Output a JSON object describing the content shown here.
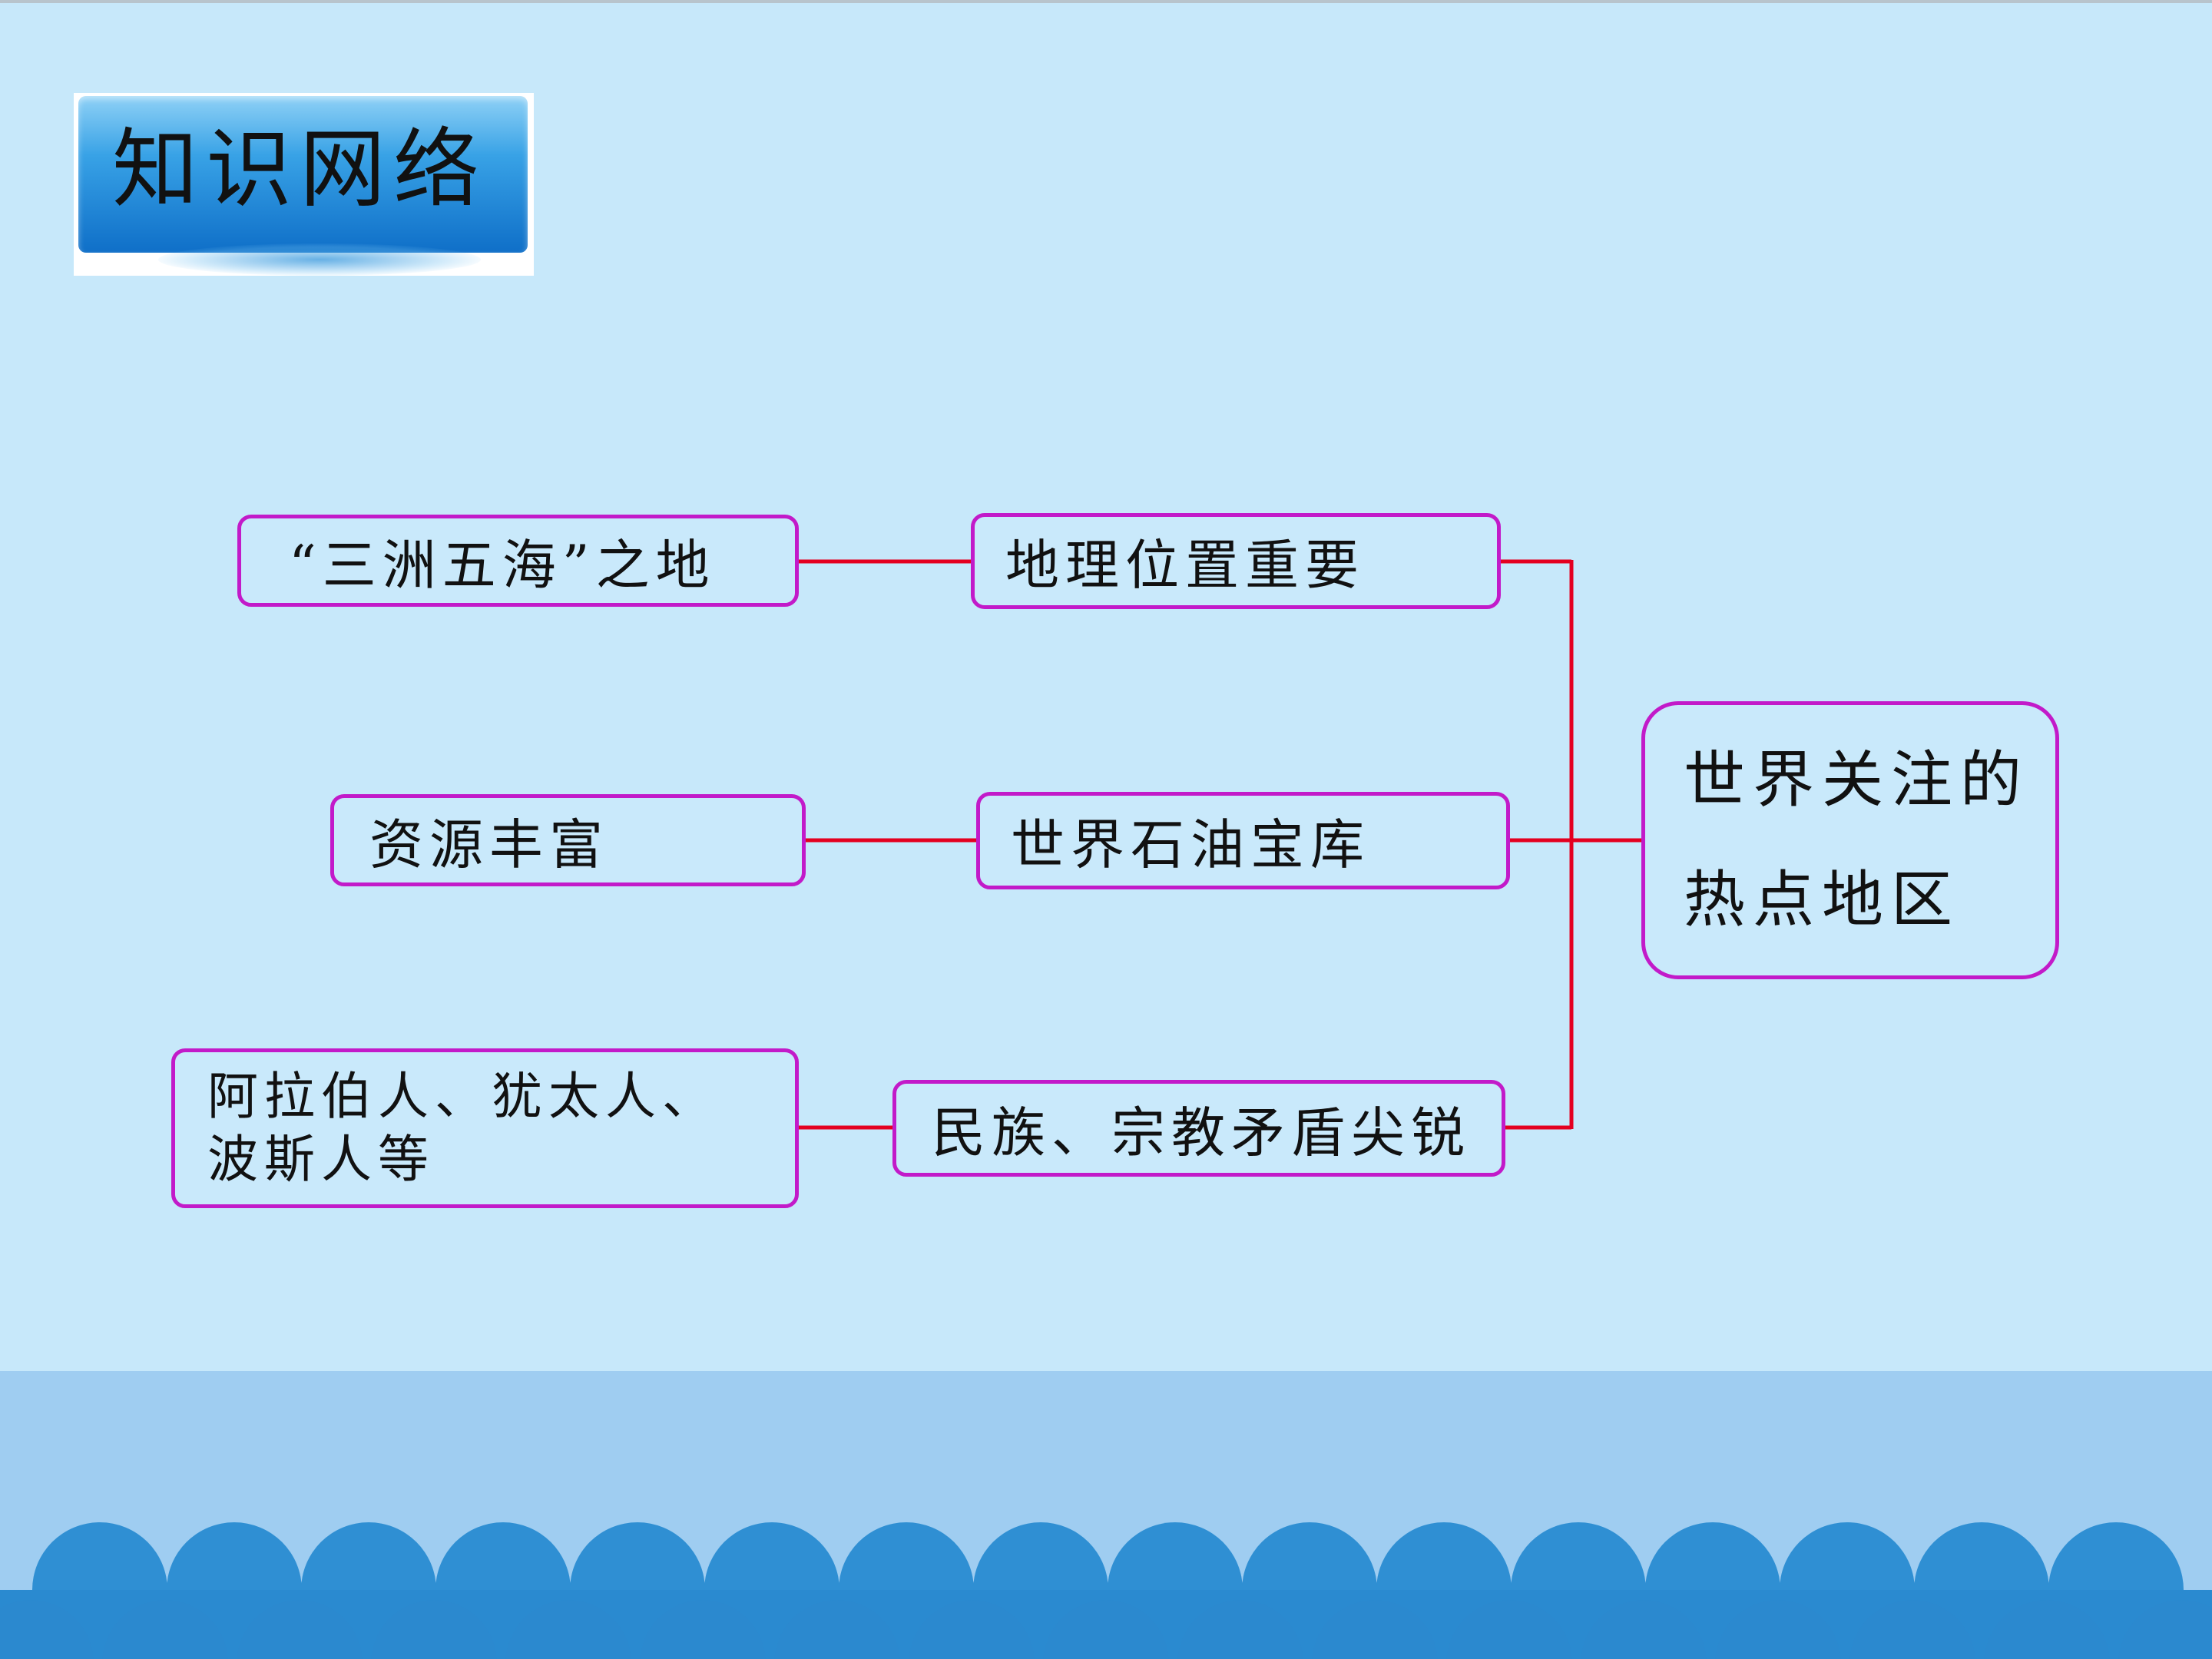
{
  "title": "知识网络",
  "diagram": {
    "root": {
      "line1": "世界关注的",
      "line2": "热点地区"
    },
    "branches": [
      {
        "main": "地理位置重要",
        "detail": "“三洲五海”之地"
      },
      {
        "main": "世界石油宝库",
        "detail": "资源丰富"
      },
      {
        "main": "民族、宗教矛盾尖锐",
        "detail_line1": "阿拉伯人、犹太人、",
        "detail_line2": "波斯人等"
      }
    ]
  },
  "colors": {
    "background": "#c7e8fa",
    "node_border": "#c21ac9",
    "connector": "#e4001f",
    "title_panel": "#1f84d6",
    "waves": "#2d8ed2"
  }
}
